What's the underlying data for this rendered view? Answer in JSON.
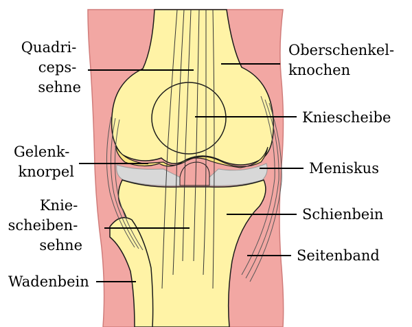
{
  "colors": {
    "skin": "#f2a7a3",
    "bone": "#fff3a6",
    "cartilage": "#ffe680",
    "meniscus": "#d8d8d8",
    "outline": "#1a1a1a",
    "background": "#ffffff"
  },
  "labels": {
    "quadriceps_tendon": [
      "Quadri-",
      "ceps-",
      "sehne"
    ],
    "femur": [
      "Oberschenkel-",
      "knochen"
    ],
    "kneecap": [
      "Kniescheibe"
    ],
    "cartilage": [
      "Gelenk-",
      "knorpel"
    ],
    "meniscus": [
      "Meniskus"
    ],
    "patellar_tendon": [
      "Knie-",
      "scheiben-",
      "sehne"
    ],
    "tibia": [
      "Schienbein"
    ],
    "fibula": [
      "Wadenbein"
    ],
    "collateral_ligament": [
      "Seitenband"
    ]
  }
}
